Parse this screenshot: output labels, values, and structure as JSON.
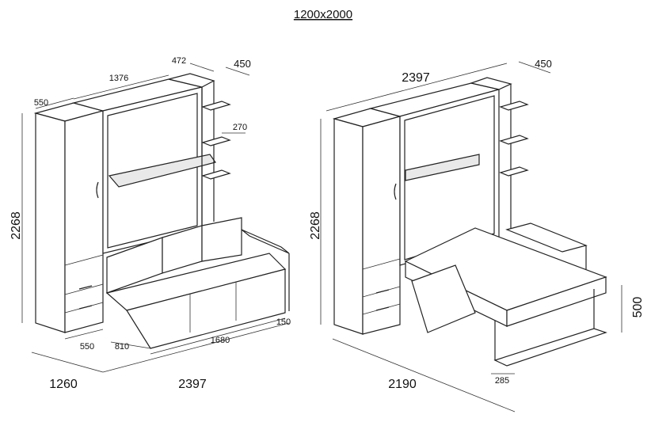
{
  "title": "1200x2000",
  "left_view": {
    "width_top": "1376",
    "shelf_unit_depth": "472",
    "right_depth": "450",
    "wardrobe_depth": "550",
    "shelf_spacing": "270",
    "height": "2268",
    "drawer_width": "550",
    "sofa_depth": "810",
    "sofa_width": "1680",
    "armrest": "150",
    "depth_total": "1260",
    "width_total": "2397"
  },
  "right_view": {
    "width_top": "2397",
    "right_depth": "450",
    "height": "2268",
    "bed_height": "500",
    "bed_leg": "285",
    "depth_open": "2190"
  }
}
